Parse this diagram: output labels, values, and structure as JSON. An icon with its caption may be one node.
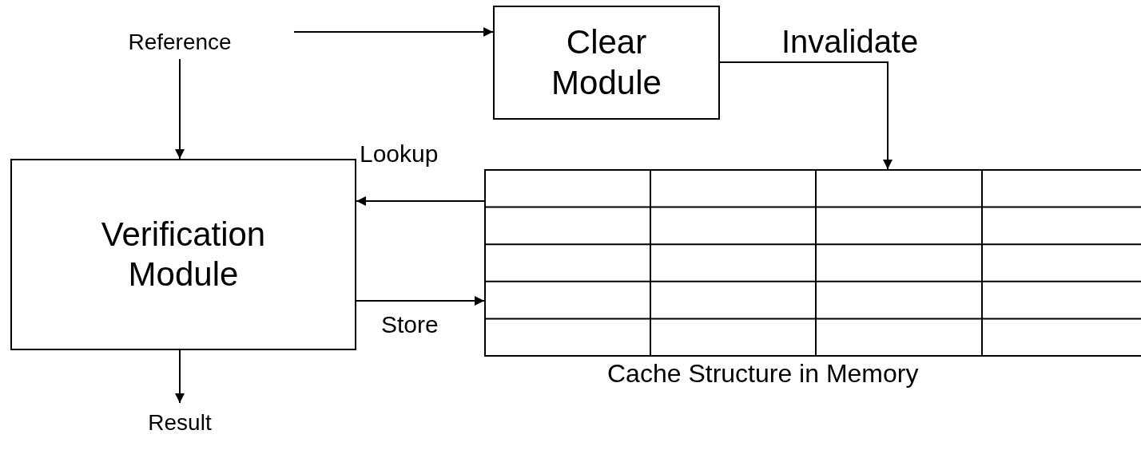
{
  "diagram": {
    "nodes": [
      {
        "text": [
          "Reference"
        ]
      },
      {
        "text": [
          "Clear Module"
        ]
      },
      {
        "text": [
          "Verification Module"
        ]
      },
      {
        "text": [],
        "shape": "box",
        "beside": [
          "Cache Structure in Memory"
        ]
      },
      {
        "text": [
          "Result"
        ]
      }
    ],
    "edges": [
      {
        "from": 0,
        "to": 1,
        "arrow": "to"
      },
      {
        "from": 0,
        "to": 2,
        "arrow": "to"
      },
      {
        "from": 1,
        "to": 3,
        "arrow": "to",
        "label": "Invalidate"
      },
      {
        "from": 3,
        "to": 2,
        "arrow": "to",
        "label": "Lookup"
      },
      {
        "from": 2,
        "to": 3,
        "arrow": "to",
        "label": "Store"
      },
      {
        "from": 2,
        "to": 4,
        "arrow": "to"
      }
    ]
  }
}
